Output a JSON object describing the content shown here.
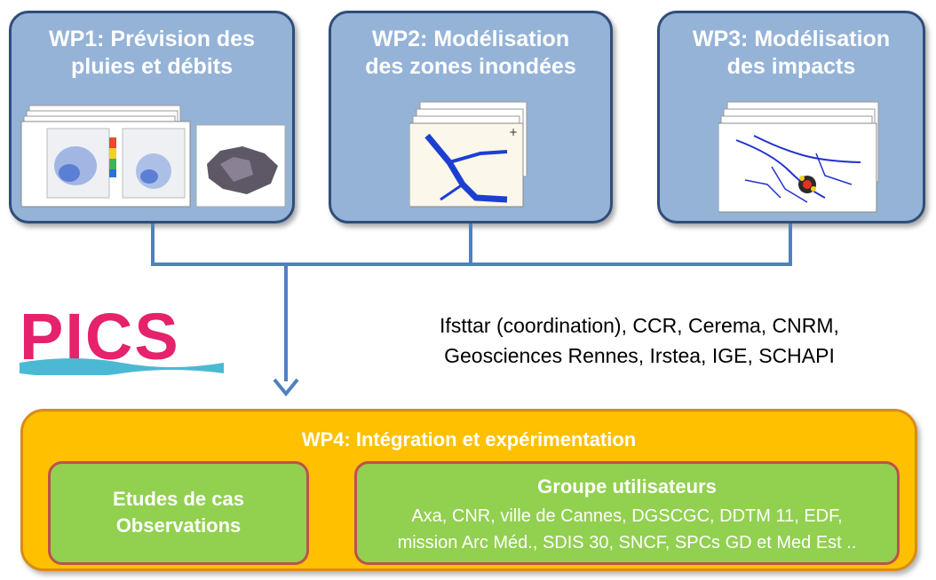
{
  "wp1": {
    "title": "WP1: Prévision des\npluies et débits"
  },
  "wp2": {
    "title": "WP2: Modélisation\ndes zones inondées"
  },
  "wp3": {
    "title": "WP3: Modélisation\ndes impacts"
  },
  "logo": {
    "text": "PICS"
  },
  "partners": {
    "text": "Ifsttar (coordination), CCR, Cerema, CNRM,\nGeosciences Rennes, Irstea, IGE, SCHAPI"
  },
  "wp4": {
    "title": "WP4: Intégration et expérimentation",
    "etudes": {
      "title": "Etudes de cas\nObservations"
    },
    "groupe": {
      "title": "Groupe utilisateurs",
      "members": "Axa, CNR, ville de Cannes, DGSCGC, DDTM 11, EDF,\nmission Arc Méd., SDIS 30, SNCF, SPCs GD et Med Est .."
    }
  },
  "colors": {
    "wp_box": "#95b3d7",
    "wp_border": "#2f4e7a",
    "connector": "#4f81bd",
    "wp4_box": "#ffc000",
    "green_box": "#92d050",
    "green_border": "#c0504d",
    "logo_magenta": "#e5226b",
    "logo_cyan": "#4bb9d4"
  }
}
